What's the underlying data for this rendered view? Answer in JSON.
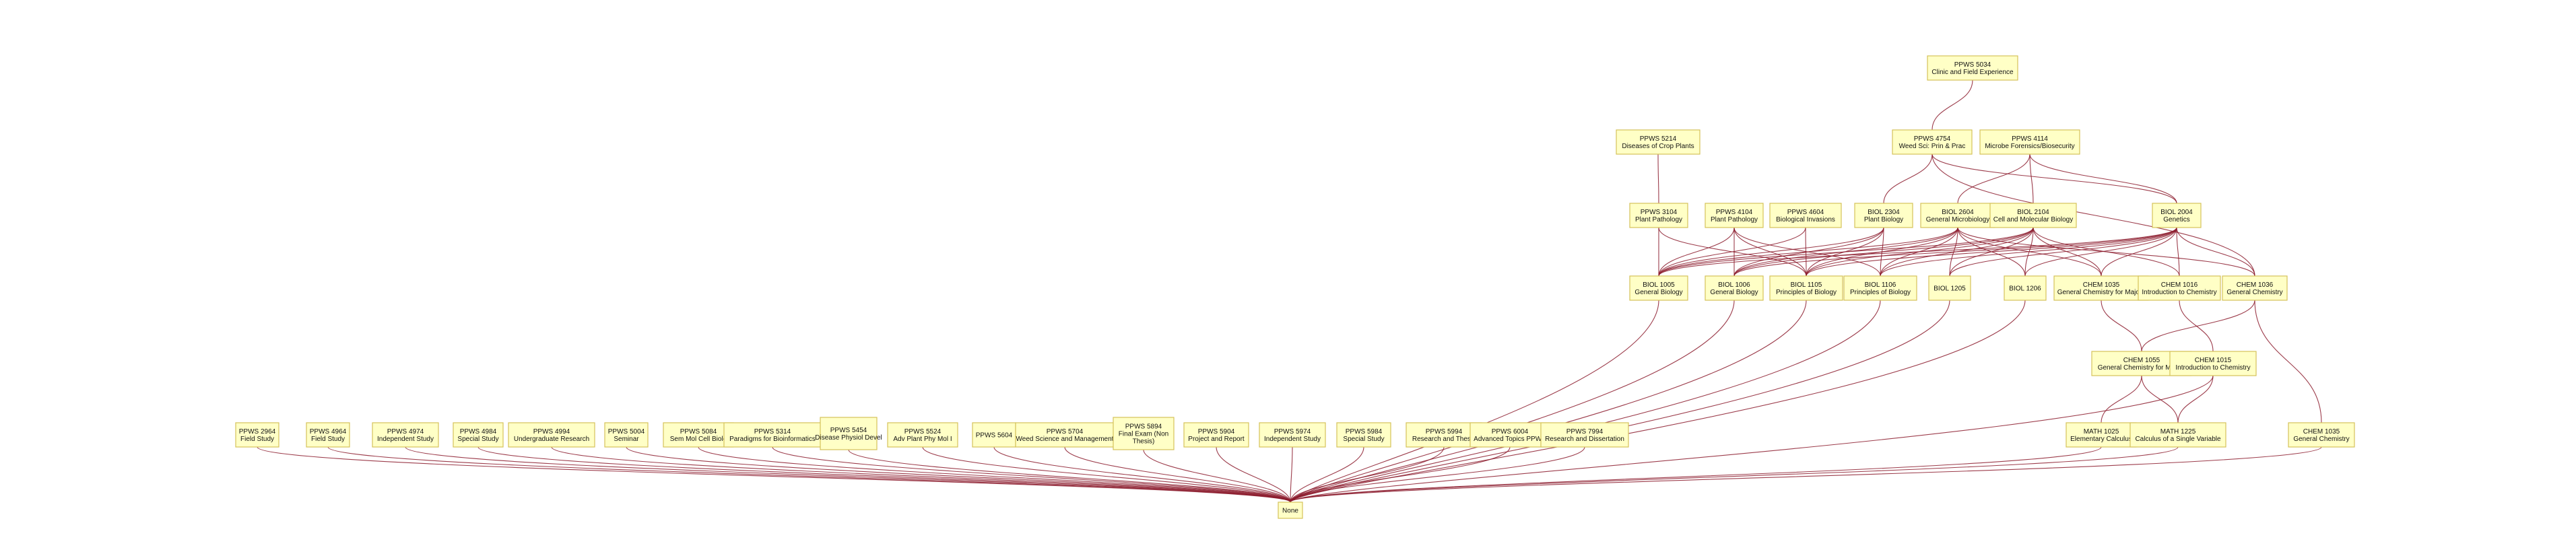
{
  "graph": {
    "nodes": [
      {
        "id": "PPWS5034",
        "code": "PPWS 5034",
        "title": "Clinic and Field Experience"
      },
      {
        "id": "PPWS5214",
        "code": "PPWS 5214",
        "title": "Diseases of Crop Plants"
      },
      {
        "id": "PPWS4754",
        "code": "PPWS 4754",
        "title": "Weed Sci: Prin & Prac"
      },
      {
        "id": "PPWS4114",
        "code": "PPWS 4114",
        "title": "Microbe Forensics/Biosecurity"
      },
      {
        "id": "PPWS3104",
        "code": "PPWS 3104",
        "title": "Plant Pathology"
      },
      {
        "id": "PPWS4104",
        "code": "PPWS 4104",
        "title": "Plant Pathology"
      },
      {
        "id": "PPWS4604",
        "code": "PPWS 4604",
        "title": "Biological Invasions"
      },
      {
        "id": "BIOL2304",
        "code": "BIOL 2304",
        "title": "Plant Biology"
      },
      {
        "id": "BIOL2604",
        "code": "BIOL 2604",
        "title": "General Microbiology"
      },
      {
        "id": "BIOL2104",
        "code": "BIOL 2104",
        "title": "Cell and Molecular Biology"
      },
      {
        "id": "BIOL2004",
        "code": "BIOL 2004",
        "title": "Genetics"
      },
      {
        "id": "BIOL1005",
        "code": "BIOL 1005",
        "title": "General Biology"
      },
      {
        "id": "BIOL1006",
        "code": "BIOL 1006",
        "title": "General Biology"
      },
      {
        "id": "BIOL1105",
        "code": "BIOL 1105",
        "title": "Principles of Biology"
      },
      {
        "id": "BIOL1106",
        "code": "BIOL 1106",
        "title": "Principles of Biology"
      },
      {
        "id": "BIOL1205",
        "code": "BIOL 1205",
        "title": ""
      },
      {
        "id": "BIOL1206",
        "code": "BIOL 1206",
        "title": ""
      },
      {
        "id": "CHEM1035",
        "code": "CHEM 1035",
        "title": "General Chemistry for Majors"
      },
      {
        "id": "CHEM1016a",
        "code": "CHEM 1016",
        "title": "Introduction to Chemistry"
      },
      {
        "id": "CHEM1036",
        "code": "CHEM 1036",
        "title": "General Chemistry"
      },
      {
        "id": "CHEM1055",
        "code": "CHEM 1055",
        "title": "General Chemistry for Majors"
      },
      {
        "id": "CHEM1015",
        "code": "CHEM 1015",
        "title": "Introduction to Chemistry"
      },
      {
        "id": "PPWS2964",
        "code": "PPWS 2964",
        "title": "Field Study"
      },
      {
        "id": "PPWS4964",
        "code": "PPWS 4964",
        "title": "Field Study"
      },
      {
        "id": "PPWS4974",
        "code": "PPWS 4974",
        "title": "Independent Study"
      },
      {
        "id": "PPWS4984",
        "code": "PPWS 4984",
        "title": "Special Study"
      },
      {
        "id": "PPWS4994",
        "code": "PPWS 4994",
        "title": "Undergraduate Research"
      },
      {
        "id": "PPWS5004",
        "code": "PPWS 5004",
        "title": "Seminar"
      },
      {
        "id": "PPWS5084",
        "code": "PPWS 5084",
        "title": "Sem Mol Cell Biole"
      },
      {
        "id": "PPWS5314",
        "code": "PPWS 5314",
        "title": "Paradigms for Bioinformatics"
      },
      {
        "id": "PPWS5454",
        "code": "PPWS 5454",
        "title": "Disease Physiol Devel"
      },
      {
        "id": "PPWS5524",
        "code": "PPWS 5524",
        "title": "Adv Plant Phy Mol I"
      },
      {
        "id": "PPWS5604",
        "code": "PPWS 5604",
        "title": ""
      },
      {
        "id": "PPWS5704",
        "code": "PPWS 5704",
        "title": "Weed Science and Management"
      },
      {
        "id": "PPWS5894",
        "code": "PPWS 5894",
        "title": "Final Exam (Non Thesis)"
      },
      {
        "id": "PPWS5904",
        "code": "PPWS 5904",
        "title": "Project and Report"
      },
      {
        "id": "PPWS5974",
        "code": "PPWS 5974",
        "title": "Independent Study"
      },
      {
        "id": "PPWS5984",
        "code": "PPWS 5984",
        "title": "Special Study"
      },
      {
        "id": "PPWS5994",
        "code": "PPWS 5994",
        "title": "Research and Thesis"
      },
      {
        "id": "PPWS6004",
        "code": "PPWS 6004",
        "title": "Advanced Topics PPWS"
      },
      {
        "id": "PPWS7994",
        "code": "PPWS 7994",
        "title": "Research and Dissertation"
      },
      {
        "id": "MATH1025",
        "code": "MATH 1025",
        "title": "Elementary Calculus"
      },
      {
        "id": "MATH1225",
        "code": "MATH 1225",
        "title": "Calculus of a Single Variable"
      },
      {
        "id": "CHEM1035b",
        "code": "CHEM 1035",
        "title": "General Chemistry"
      },
      {
        "id": "None",
        "code": "None",
        "title": ""
      }
    ],
    "edges": [
      [
        "PPWS5034",
        "PPWS4754"
      ],
      [
        "PPWS5214",
        "PPWS3104"
      ],
      [
        "PPWS4754",
        "BIOL2304"
      ],
      [
        "PPWS4754",
        "BIOL2004"
      ],
      [
        "PPWS4754",
        "CHEM1036"
      ],
      [
        "PPWS4114",
        "BIOL2604"
      ],
      [
        "PPWS4114",
        "BIOL2104"
      ],
      [
        "PPWS4114",
        "BIOL2004"
      ],
      [
        "PPWS3104",
        "BIOL1005"
      ],
      [
        "PPWS3104",
        "BIOL1105"
      ],
      [
        "PPWS4104",
        "BIOL1005"
      ],
      [
        "PPWS4104",
        "BIOL1006"
      ],
      [
        "PPWS4104",
        "BIOL1105"
      ],
      [
        "PPWS4104",
        "BIOL1106"
      ],
      [
        "PPWS4604",
        "BIOL1005"
      ],
      [
        "PPWS4604",
        "BIOL1105"
      ],
      [
        "BIOL2304",
        "BIOL1005"
      ],
      [
        "BIOL2304",
        "BIOL1006"
      ],
      [
        "BIOL2304",
        "BIOL1105"
      ],
      [
        "BIOL2304",
        "BIOL1106"
      ],
      [
        "BIOL2604",
        "BIOL1005"
      ],
      [
        "BIOL2604",
        "BIOL1006"
      ],
      [
        "BIOL2604",
        "BIOL1105"
      ],
      [
        "BIOL2604",
        "BIOL1106"
      ],
      [
        "BIOL2604",
        "BIOL1205"
      ],
      [
        "BIOL2604",
        "BIOL1206"
      ],
      [
        "BIOL2604",
        "CHEM1035"
      ],
      [
        "BIOL2604",
        "CHEM1036"
      ],
      [
        "BIOL2104",
        "BIOL1005"
      ],
      [
        "BIOL2104",
        "BIOL1006"
      ],
      [
        "BIOL2104",
        "BIOL1105"
      ],
      [
        "BIOL2104",
        "BIOL1106"
      ],
      [
        "BIOL2104",
        "BIOL1205"
      ],
      [
        "BIOL2104",
        "BIOL1206"
      ],
      [
        "BIOL2104",
        "CHEM1035"
      ],
      [
        "BIOL2104",
        "CHEM1016a"
      ],
      [
        "BIOL2004",
        "BIOL1005"
      ],
      [
        "BIOL2004",
        "BIOL1006"
      ],
      [
        "BIOL2004",
        "BIOL1105"
      ],
      [
        "BIOL2004",
        "BIOL1106"
      ],
      [
        "BIOL2004",
        "BIOL1205"
      ],
      [
        "BIOL2004",
        "BIOL1206"
      ],
      [
        "BIOL2004",
        "CHEM1035"
      ],
      [
        "BIOL2004",
        "CHEM1016a"
      ],
      [
        "BIOL2004",
        "CHEM1036"
      ],
      [
        "CHEM1035",
        "CHEM1055"
      ],
      [
        "CHEM1016a",
        "CHEM1015"
      ],
      [
        "CHEM1036",
        "CHEM1055"
      ],
      [
        "CHEM1036",
        "CHEM1035b"
      ],
      [
        "CHEM1055",
        "MATH1025"
      ],
      [
        "CHEM1055",
        "MATH1225"
      ],
      [
        "CHEM1015",
        "MATH1225"
      ],
      [
        "BIOL1005",
        "None"
      ],
      [
        "BIOL1006",
        "None"
      ],
      [
        "BIOL1105",
        "None"
      ],
      [
        "BIOL1106",
        "None"
      ],
      [
        "BIOL1205",
        "None"
      ],
      [
        "BIOL1206",
        "None"
      ],
      [
        "CHEM1015",
        "None"
      ],
      [
        "MATH1025",
        "None"
      ],
      [
        "MATH1225",
        "None"
      ],
      [
        "CHEM1035b",
        "None"
      ],
      [
        "PPWS2964",
        "None"
      ],
      [
        "PPWS4964",
        "None"
      ],
      [
        "PPWS4974",
        "None"
      ],
      [
        "PPWS4984",
        "None"
      ],
      [
        "PPWS4994",
        "None"
      ],
      [
        "PPWS5004",
        "None"
      ],
      [
        "PPWS5084",
        "None"
      ],
      [
        "PPWS5314",
        "None"
      ],
      [
        "PPWS5454",
        "None"
      ],
      [
        "PPWS5524",
        "None"
      ],
      [
        "PPWS5604",
        "None"
      ],
      [
        "PPWS5704",
        "None"
      ],
      [
        "PPWS5894",
        "None"
      ],
      [
        "PPWS5904",
        "None"
      ],
      [
        "PPWS5974",
        "None"
      ],
      [
        "PPWS5984",
        "None"
      ],
      [
        "PPWS5994",
        "None"
      ],
      [
        "PPWS6004",
        "None"
      ],
      [
        "PPWS7994",
        "None"
      ]
    ]
  },
  "colors": {
    "node_fill": "#ffffc6",
    "node_border": "#d4c25a",
    "edge": "#8b1a2b"
  }
}
